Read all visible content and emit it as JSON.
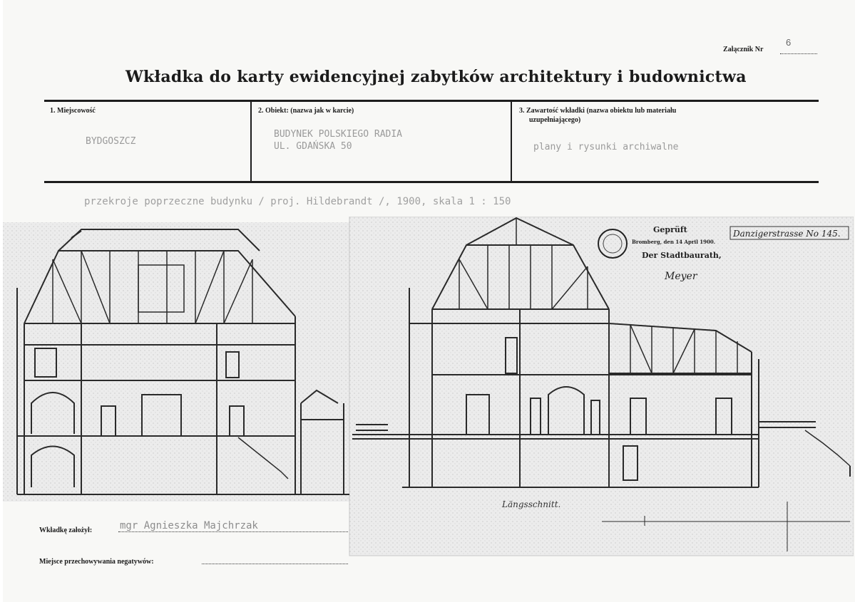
{
  "header": {
    "annex_label": "Załącznik Nr",
    "annex_number": "6",
    "title": "Wkładka do karty ewidencyjnej zabytków architektury i budownictwa"
  },
  "fields": {
    "locality": {
      "label": "1. Miejscowość",
      "value": "BYDGOSZCZ"
    },
    "object": {
      "label": "2. Obiekt: (nazwa jak w karcie)",
      "line1": "BUDYNEK POLSKIEGO RADIA",
      "line2": "UL. GDAŃSKA 50"
    },
    "contents": {
      "label_line1": "3. Zawartość wkładki (nazwa obiektu lub materiału",
      "label_line2": "uzupełniającego)",
      "value": "plany i rysunki archiwalne"
    }
  },
  "caption": "przekroje poprzeczne budynku / proj. Hildebrandt /, 1900, skala 1 : 150",
  "drawing": {
    "stamp_lines": [
      "Geprüft",
      "Bromberg, den 14 April 1900.",
      "Der Stadtbaurath,"
    ],
    "signature": "Meyer",
    "street_label": "Danzigerstrasse No 145.",
    "section_label": "Längsschnitt."
  },
  "footer": {
    "author_label": "Wkładkę założył:",
    "author_value": "mgr Agnieszka Majchrzak",
    "negatives_label": "Miejsce przechowywania negatywów:"
  }
}
